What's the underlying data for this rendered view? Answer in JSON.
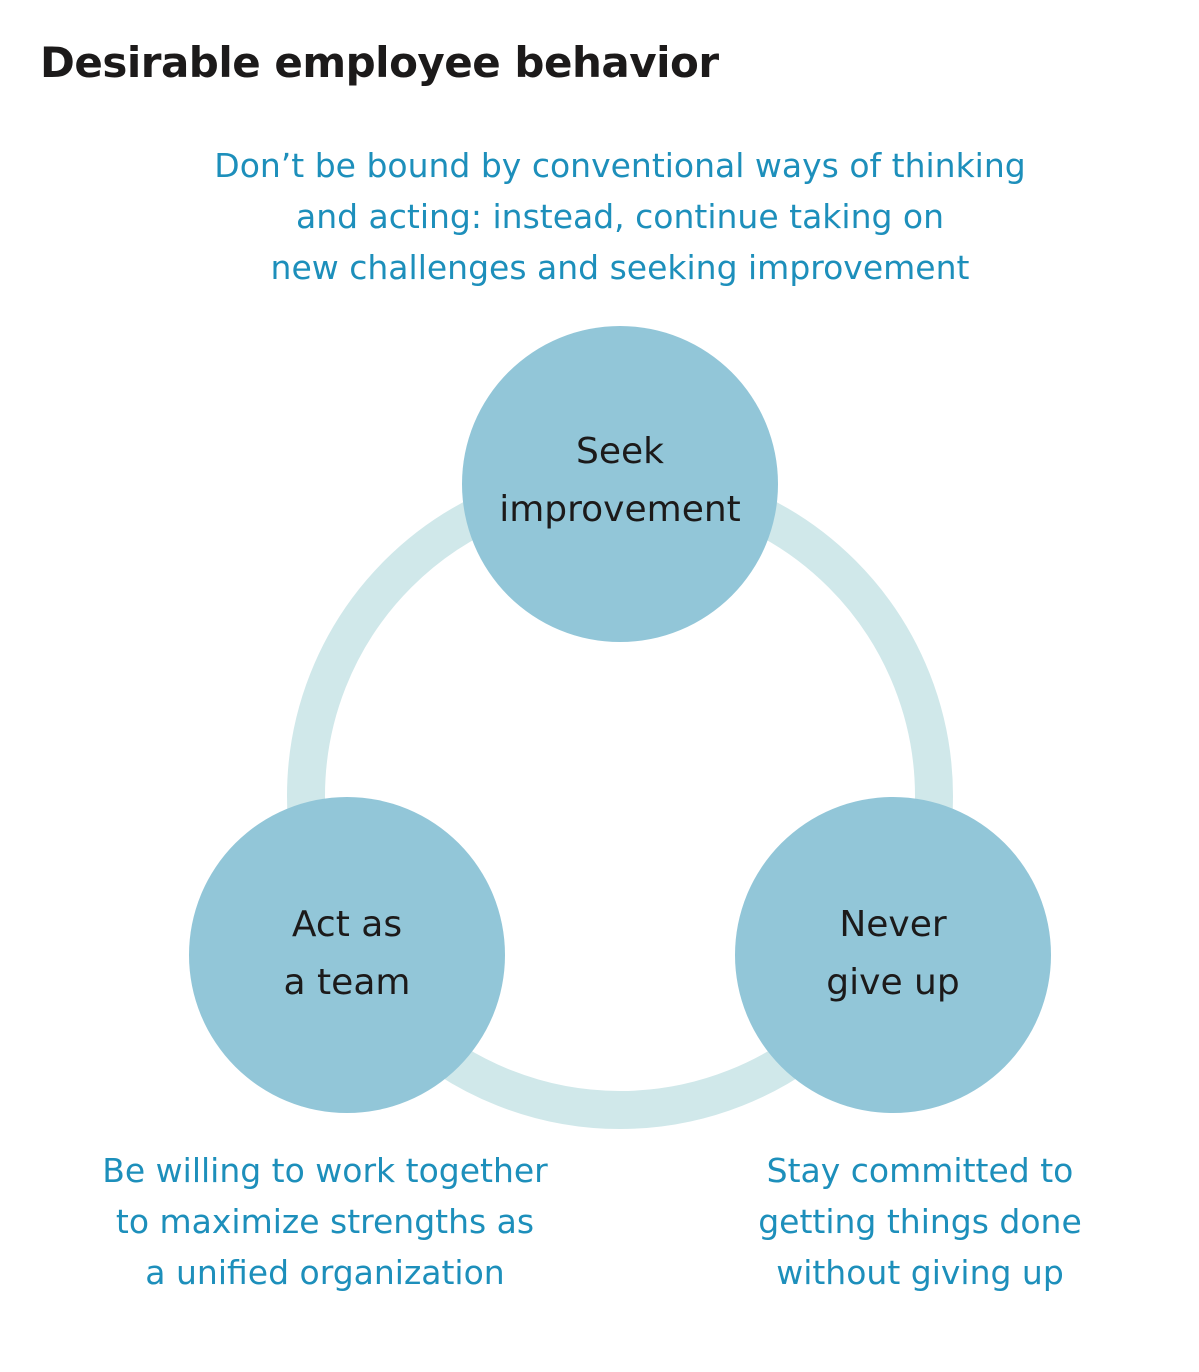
{
  "title": "Desirable employee behavior",
  "colors": {
    "ring": "#d0e8ea",
    "node": "#92c6d8",
    "caption": "#1d8fbb",
    "title": "#1c1a1a"
  },
  "nodes": [
    {
      "id": "top",
      "lines": [
        "Seek",
        "improvement"
      ],
      "caption": "Don’t be bound by conventional ways of thinking\nand acting: instead, continue taking on\nnew challenges and seeking improvement"
    },
    {
      "id": "left",
      "lines": [
        "Act as",
        "a team"
      ],
      "caption": "Be willing to work together\nto maximize strengths as\na unified organization"
    },
    {
      "id": "right",
      "lines": [
        "Never",
        "give up"
      ],
      "caption": "Stay committed to\ngetting things done\nwithout giving up"
    }
  ]
}
